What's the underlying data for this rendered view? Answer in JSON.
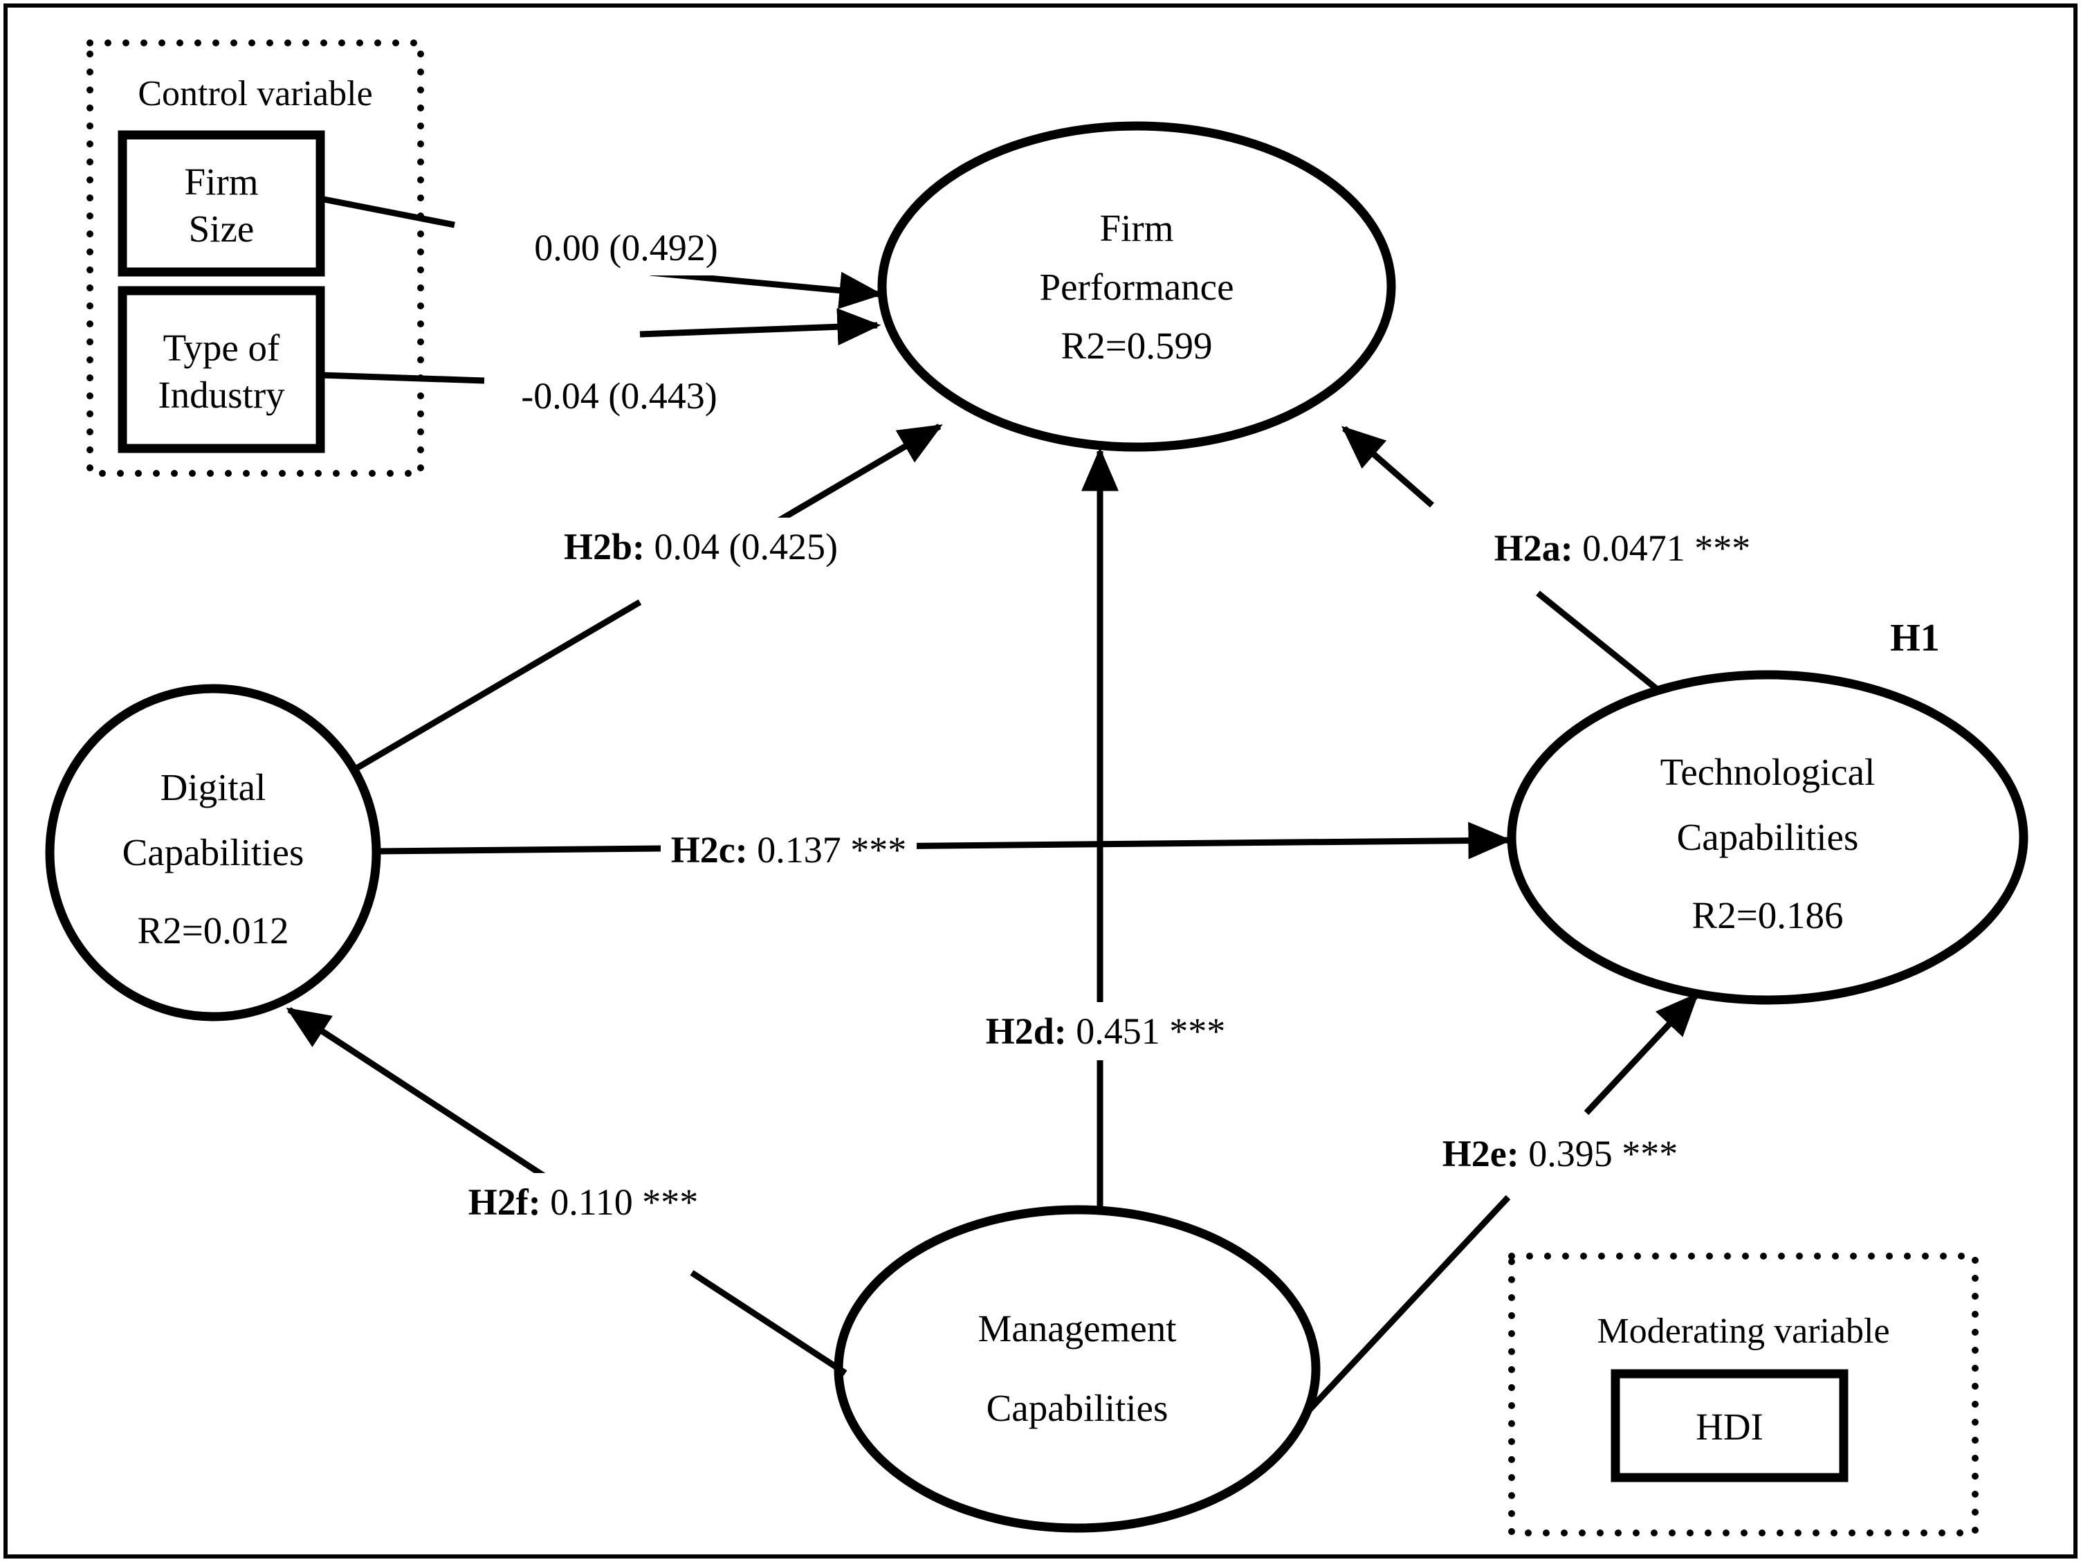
{
  "figure": {
    "description": "Structural model path diagram"
  },
  "nodes": {
    "firm_performance": {
      "lines": [
        "Firm",
        "Performance",
        "R2=0.599"
      ]
    },
    "digital_capabilities": {
      "lines": [
        "Digital",
        "Capabilities",
        "R2=0.012"
      ]
    },
    "technological_capabilities": {
      "lines": [
        "Technological",
        "Capabilities",
        "R2=0.186"
      ]
    },
    "management_capabilities": {
      "lines": [
        "Management",
        "Capabilities"
      ]
    }
  },
  "control": {
    "title": "Control variable",
    "items": [
      {
        "lines": [
          "Firm",
          "Size"
        ]
      },
      {
        "lines": [
          "Type of",
          "Industry"
        ]
      }
    ]
  },
  "moderating": {
    "title": "Moderating variable",
    "item": "HDI"
  },
  "paths": {
    "firm_size_fp": {
      "value": "0.00 (0.492)"
    },
    "type_industry_fp": {
      "value": "-0.04 (0.443)"
    },
    "h1": {
      "label": "H1"
    },
    "h2a": {
      "h": "H2a:",
      "value": " 0.0471 ***"
    },
    "h2b": {
      "h": "H2b:",
      "value": " 0.04 (0.425)"
    },
    "h2c": {
      "h": "H2c:",
      "value": " 0.137 ***"
    },
    "h2d": {
      "h": "H2d:",
      "value": " 0.451 ***"
    },
    "h2e": {
      "h": "H2e:",
      "value": " 0.395 ***"
    },
    "h2f": {
      "h": "H2f:",
      "value": " 0.110 ***"
    }
  },
  "colors": {
    "ink": "#000000",
    "background": "#ffffff"
  }
}
